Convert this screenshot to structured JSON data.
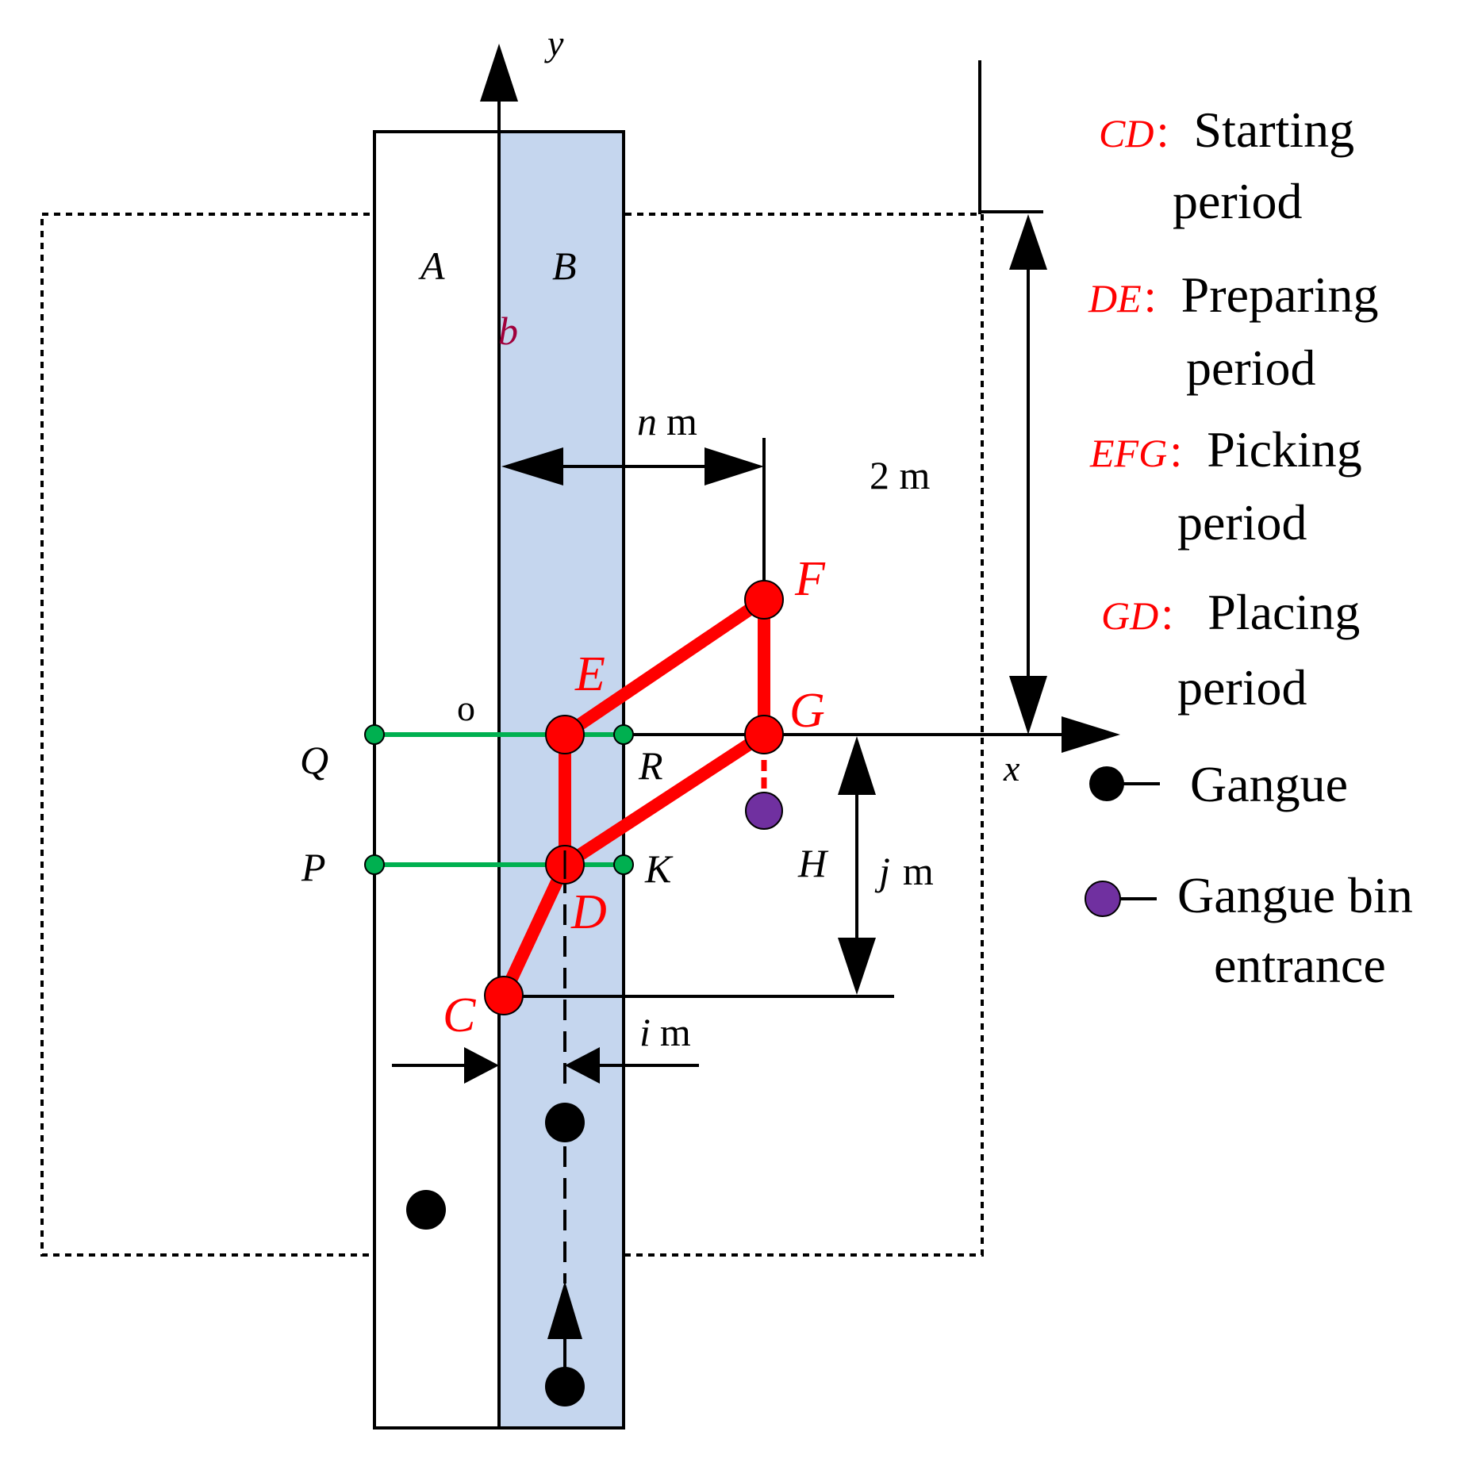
{
  "axes": {
    "y_label": "y",
    "x_label": "x",
    "origin_label": "o"
  },
  "regions": {
    "a_label": "A",
    "b_label": "B",
    "b_edge_label": "b"
  },
  "points": {
    "c": "C",
    "d": "D",
    "e": "E",
    "f": "F",
    "g": "G",
    "p": "P",
    "q": "Q",
    "r": "R",
    "k": "K"
  },
  "dimensions": {
    "n_var": "n",
    "n_unit": "m",
    "two_m": "2 m",
    "h_label": "H",
    "j_var": "j",
    "j_unit": "m",
    "i_var": "i",
    "i_unit": "m"
  },
  "legend": {
    "cd_key": "CD",
    "cd_sep": "：",
    "cd_line1": "Starting",
    "cd_line2": "period",
    "de_key": "DE",
    "de_sep": "：",
    "de_line1": "Preparing",
    "de_line2": "period",
    "efg_key": "EFG",
    "efg_sep": "：",
    "efg_line1": "Picking",
    "efg_line2": "period",
    "gd_key": "GD",
    "gd_sep": "：",
    "gd_line1": "Placing",
    "gd_line2": "period",
    "gangue_label": "Gangue",
    "bin_line1": "Gangue bin",
    "bin_line2": "entrance"
  },
  "colors": {
    "path_red": "#ff0000",
    "belt_blue": "#c5d6ee",
    "green_line": "#00b050",
    "bin_purple": "#7030a0",
    "black": "#000000",
    "label_dark_red": "#a0003c"
  }
}
